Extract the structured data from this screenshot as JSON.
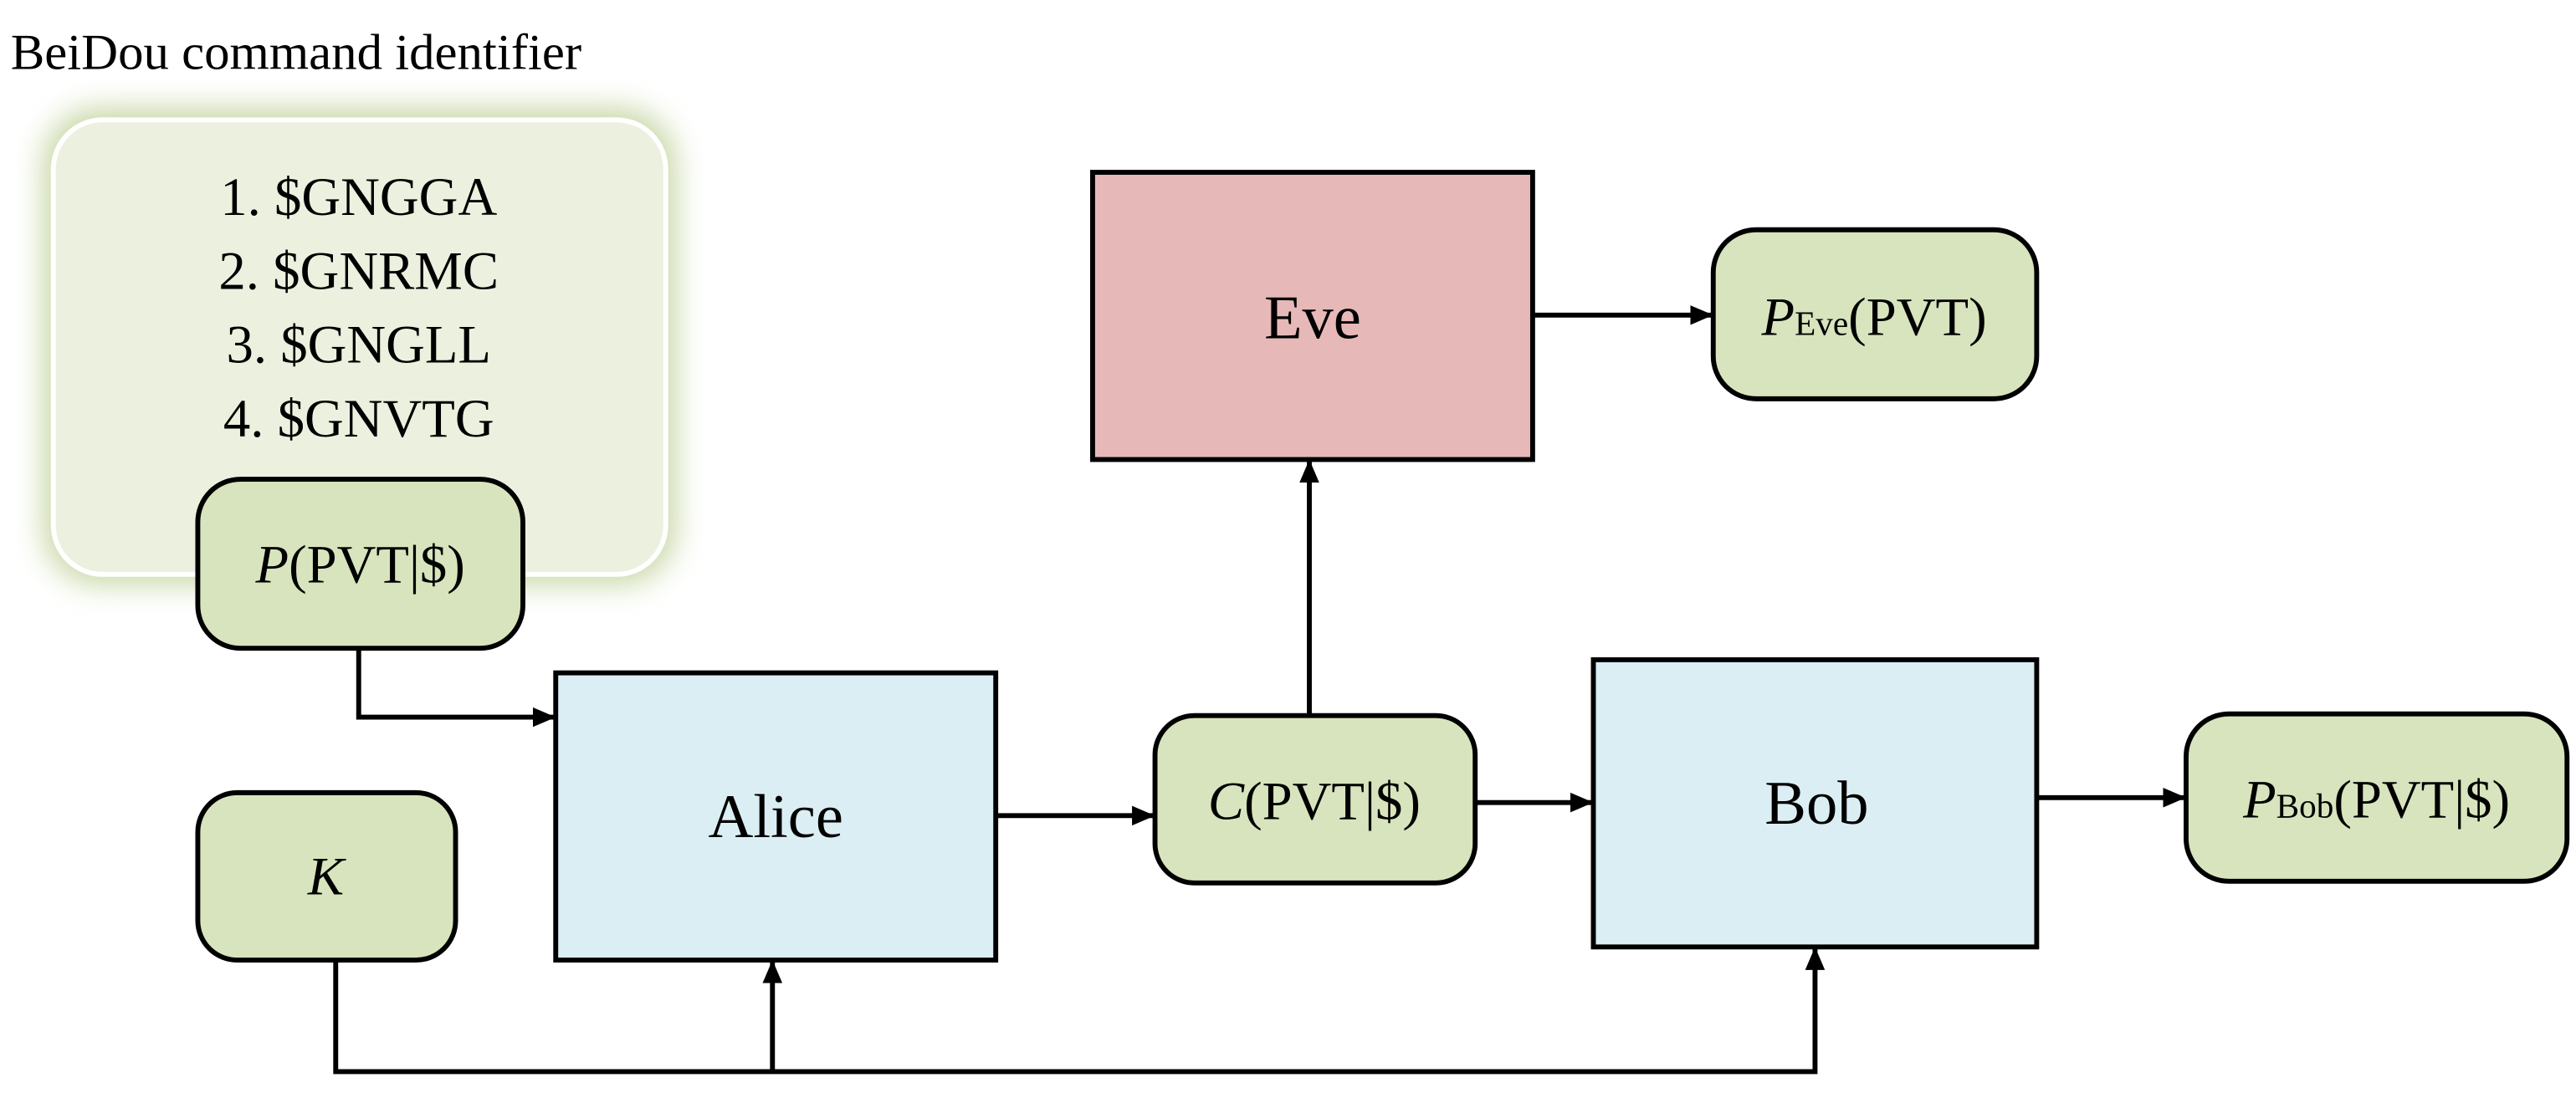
{
  "title": "BeiDou command identifier",
  "commands": [
    "1. $GNGGA",
    "2. $GNRMC",
    "3. $GNGLL",
    "4. $GNVTG"
  ],
  "nodes": {
    "p_pvt": {
      "italic": "P",
      "rest": "(PVT|$)"
    },
    "k": {
      "italic": "K"
    },
    "alice": {
      "label": "Alice"
    },
    "cipher": {
      "italic": "C",
      "rest": "(PVT|$)"
    },
    "eve": {
      "label": "Eve"
    },
    "p_eve": {
      "italic": "P",
      "sub": "Eve",
      "rest": "(PVT)"
    },
    "bob": {
      "label": "Bob"
    },
    "p_bob": {
      "italic": "P",
      "sub": "Bob",
      "rest": "(PVT|$)"
    }
  },
  "colors": {
    "green_node": "#d7e4bd",
    "command_panel": "#ebf1de",
    "alice_bob": "#dbeef4",
    "eve": "#e6b9b8"
  }
}
